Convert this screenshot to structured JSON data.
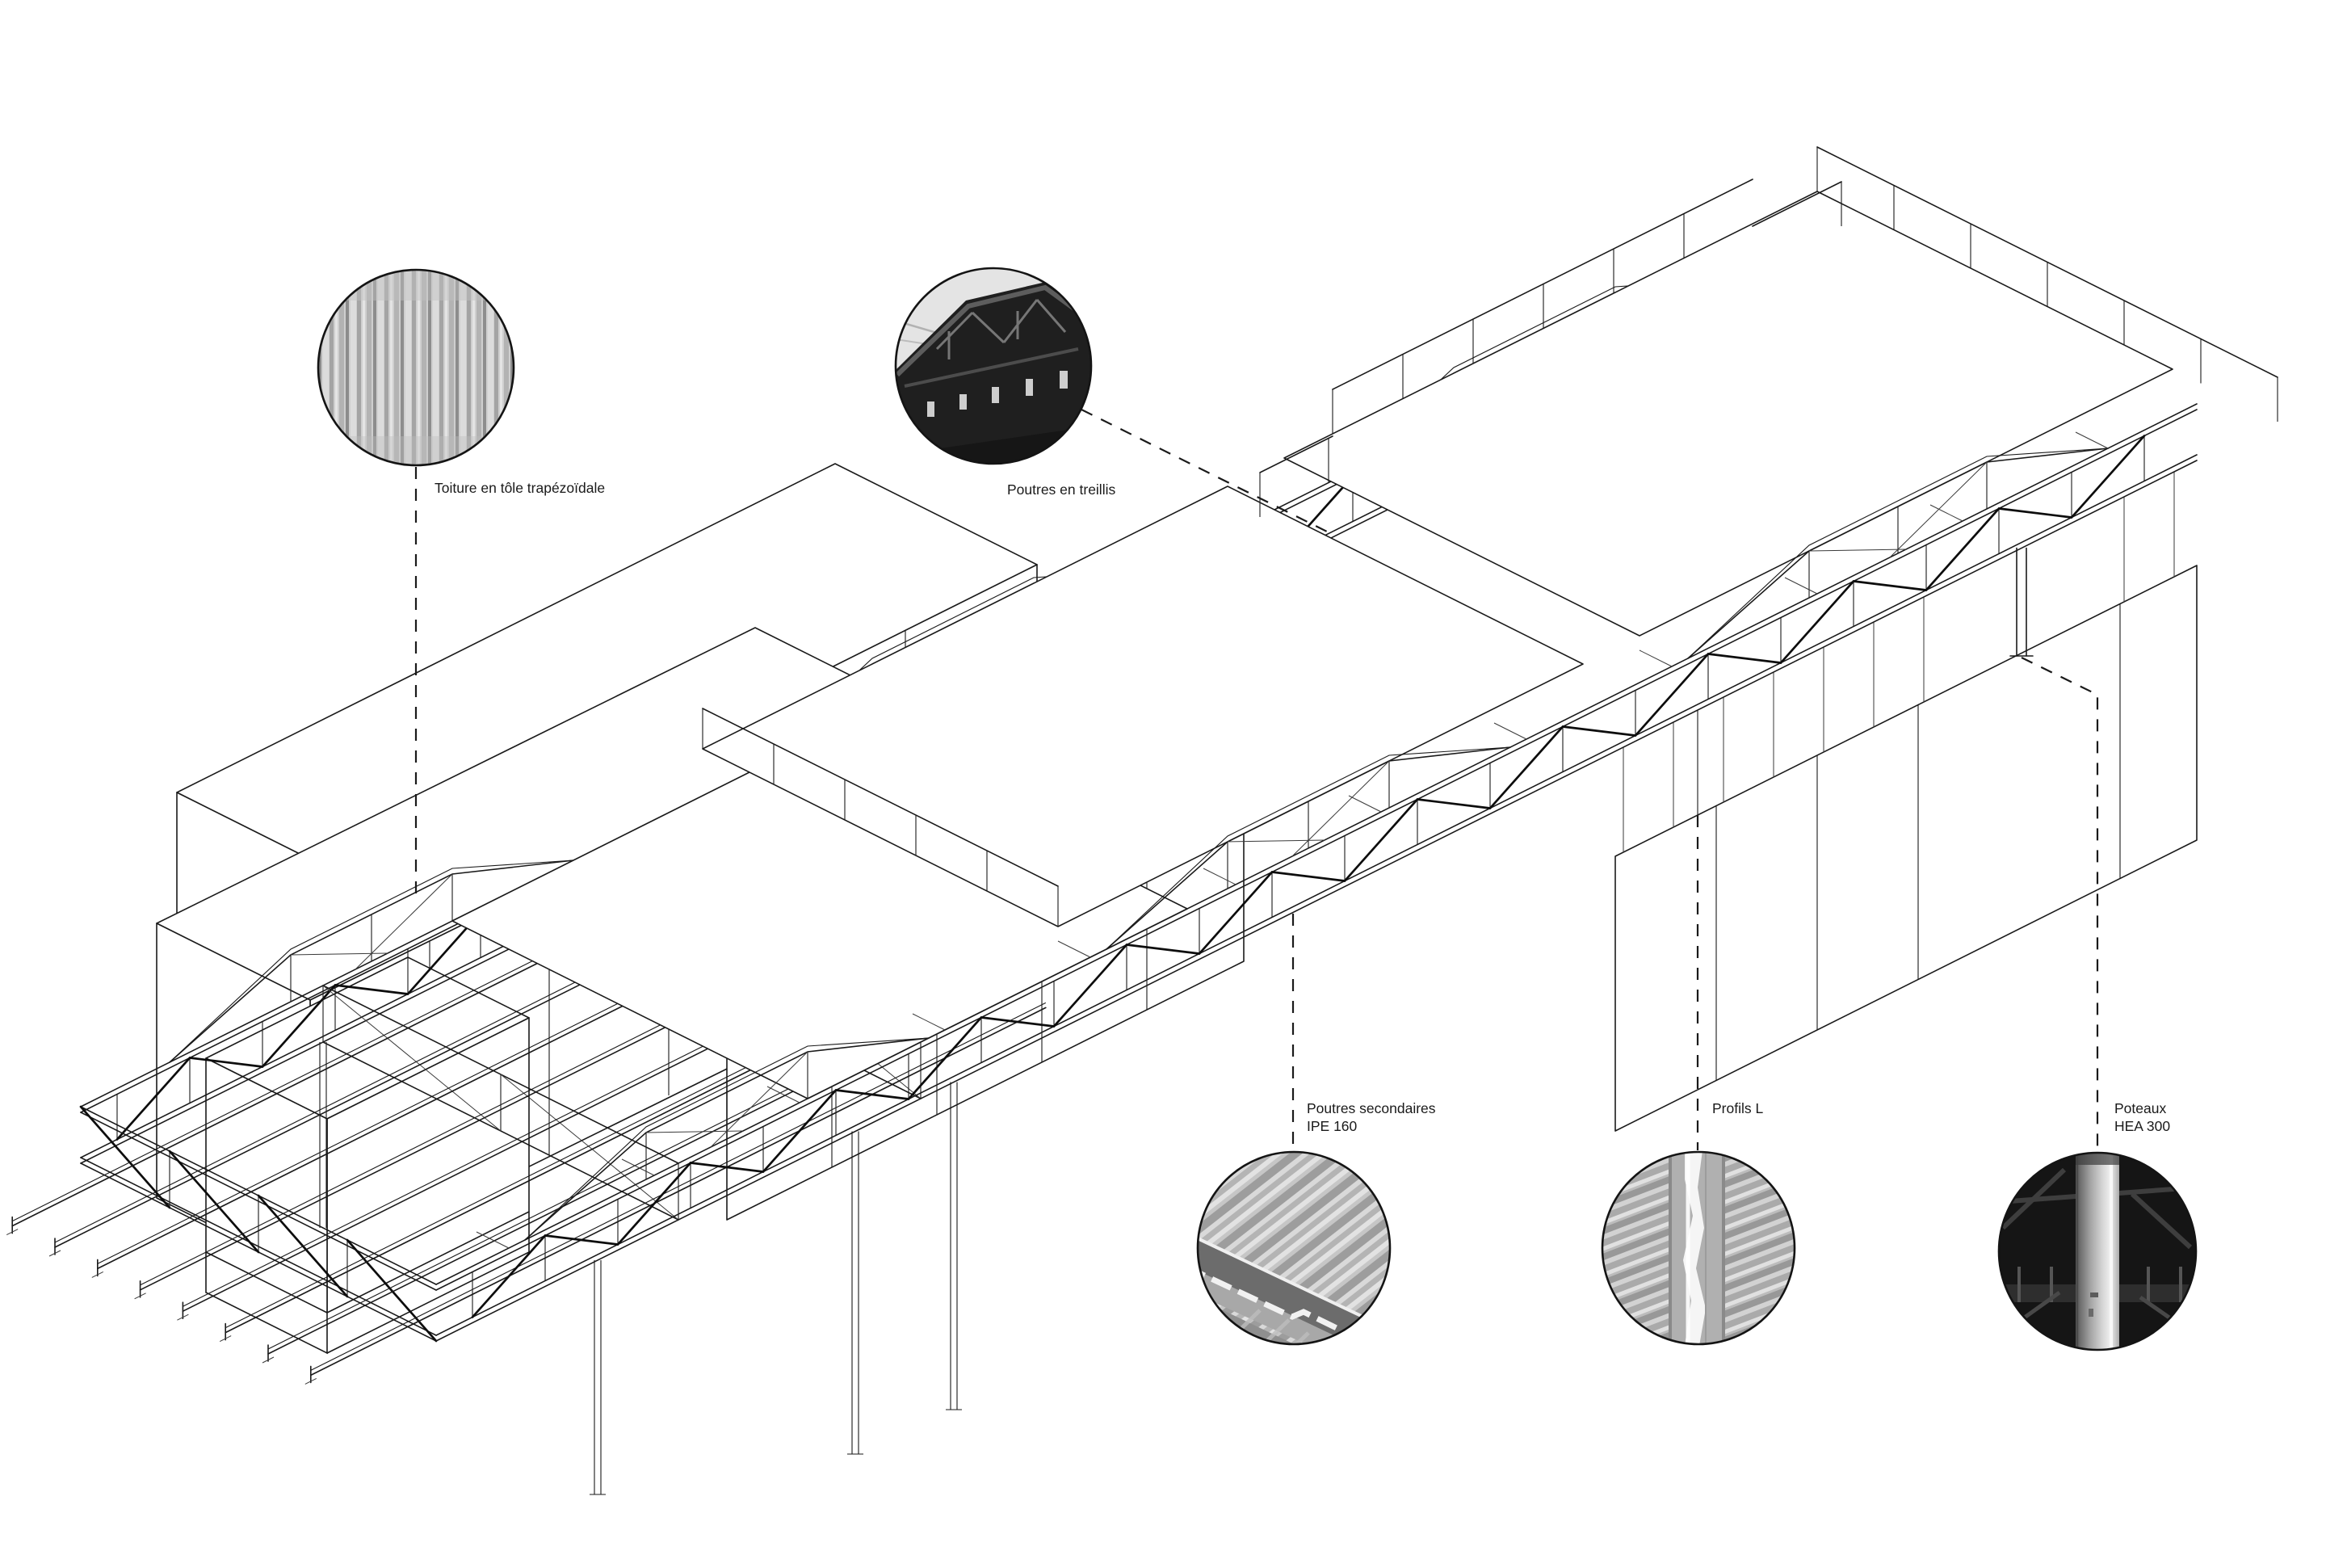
{
  "figure": {
    "kind": "axonometric construction diagram",
    "language": "fr",
    "background_color": "#ffffff",
    "line_color": "#1a1a1a",
    "subject": "steel roof structure over long market hall with existing buildings"
  },
  "callouts": [
    {
      "id": "toiture",
      "line1": "Toiture en tôle trapézoïdale",
      "photo": "corrugated-trapezoidal-sheet-texture"
    },
    {
      "id": "poutres-treillis",
      "line1": "Poutres en treillis",
      "photo": "steel-lattice-truss-photo"
    },
    {
      "id": "poutres-secondaires",
      "line1": "Poutres secondaires",
      "line2": "IPE 160",
      "photo": "deck-ribs-and-secondary-beam-photo"
    },
    {
      "id": "profils-l",
      "line1": "Profils L",
      "photo": "l-profile-on-deck-photo"
    },
    {
      "id": "poteaux",
      "line1": "Poteaux",
      "line2": "HEA 300",
      "photo": "hea-column-dark-interior-photo"
    }
  ]
}
